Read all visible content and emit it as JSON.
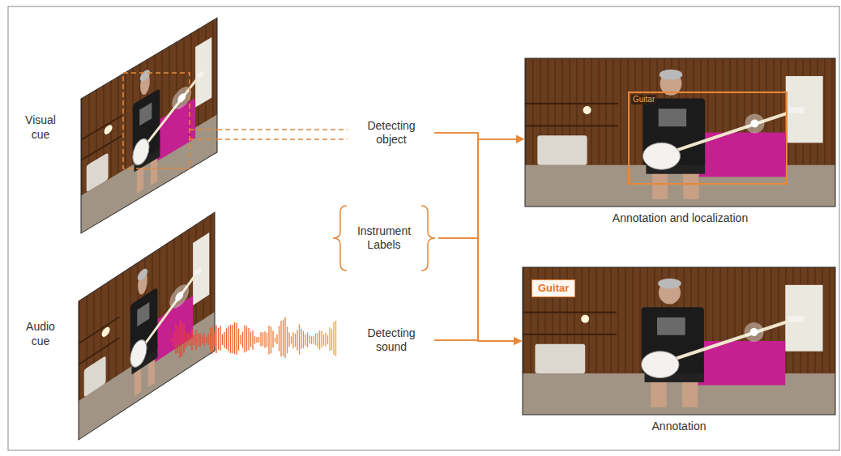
{
  "diagram": {
    "nodes": [
      {
        "text": [
          "Visual cue"
        ]
      },
      {
        "text": [
          "Audio cue"
        ]
      },
      {
        "text": [
          "Detecting object"
        ]
      },
      {
        "text": [
          "Instrument Labels"
        ]
      },
      {
        "text": [
          "Detecting sound"
        ]
      },
      {
        "text": [
          "Annotation and localization"
        ]
      },
      {
        "text": [
          "Guitar"
        ],
        "in": 5
      },
      {
        "text": [
          "Annotation"
        ]
      },
      {
        "text": [
          "Guitar"
        ],
        "in": 7
      }
    ],
    "edges": [
      {
        "from": 0,
        "to": 2,
        "arrow": "none"
      },
      {
        "from": 2,
        "to": 5,
        "arrow": "to"
      },
      {
        "from": 2,
        "to": 7,
        "arrow": "to"
      },
      {
        "from": 3,
        "to": 5,
        "arrow": "to"
      },
      {
        "from": 3,
        "to": 7,
        "arrow": "to"
      },
      {
        "from": 4,
        "to": 5,
        "arrow": "to"
      },
      {
        "from": 4,
        "to": 7,
        "arrow": "to"
      }
    ]
  }
}
